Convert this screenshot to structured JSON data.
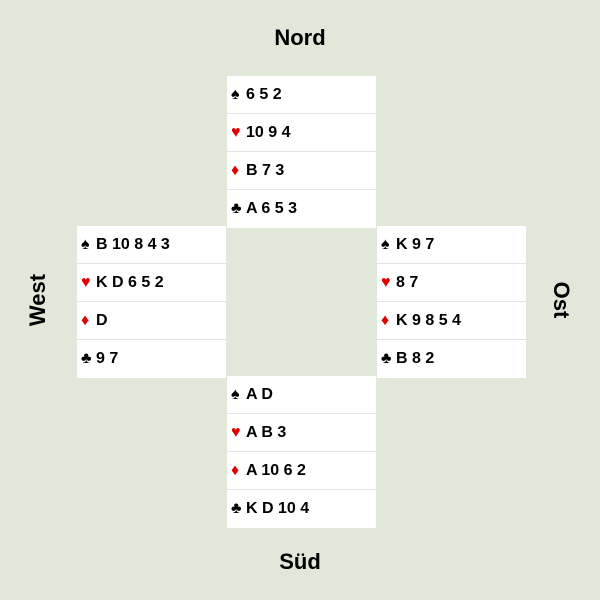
{
  "seats": {
    "north": "Nord",
    "south": "Süd",
    "west": "West",
    "east": "Ost"
  },
  "suit_colors": {
    "red": "#e00000",
    "black": "#000000",
    "background": "#e1e7d9"
  },
  "hands": {
    "north": [
      {
        "suit": "spades",
        "icon": "spade-icon",
        "symbol": "♠",
        "cards": "6 5 2"
      },
      {
        "suit": "hearts",
        "icon": "heart-icon",
        "symbol": "♥",
        "cards": "10 9 4"
      },
      {
        "suit": "diamonds",
        "icon": "diamond-icon",
        "symbol": "♦",
        "cards": "B 7 3"
      },
      {
        "suit": "clubs",
        "icon": "club-icon",
        "symbol": "♣",
        "cards": "A 6 5 3"
      }
    ],
    "west": [
      {
        "suit": "spades",
        "icon": "spade-icon",
        "symbol": "♠",
        "cards": "B 10 8 4 3"
      },
      {
        "suit": "hearts",
        "icon": "heart-icon",
        "symbol": "♥",
        "cards": "K D 6 5 2"
      },
      {
        "suit": "diamonds",
        "icon": "diamond-icon",
        "symbol": "♦",
        "cards": "D"
      },
      {
        "suit": "clubs",
        "icon": "club-icon",
        "symbol": "♣",
        "cards": "9 7"
      }
    ],
    "east": [
      {
        "suit": "spades",
        "icon": "spade-icon",
        "symbol": "♠",
        "cards": "K 9 7"
      },
      {
        "suit": "hearts",
        "icon": "heart-icon",
        "symbol": "♥",
        "cards": "8 7"
      },
      {
        "suit": "diamonds",
        "icon": "diamond-icon",
        "symbol": "♦",
        "cards": "K 9 8 5 4"
      },
      {
        "suit": "clubs",
        "icon": "club-icon",
        "symbol": "♣",
        "cards": "B 8 2"
      }
    ],
    "south": [
      {
        "suit": "spades",
        "icon": "spade-icon",
        "symbol": "♠",
        "cards": "A D"
      },
      {
        "suit": "hearts",
        "icon": "heart-icon",
        "symbol": "♥",
        "cards": "A B 3"
      },
      {
        "suit": "diamonds",
        "icon": "diamond-icon",
        "symbol": "♦",
        "cards": "A 10 6 2"
      },
      {
        "suit": "clubs",
        "icon": "club-icon",
        "symbol": "♣",
        "cards": "K D 10 4"
      }
    ]
  }
}
